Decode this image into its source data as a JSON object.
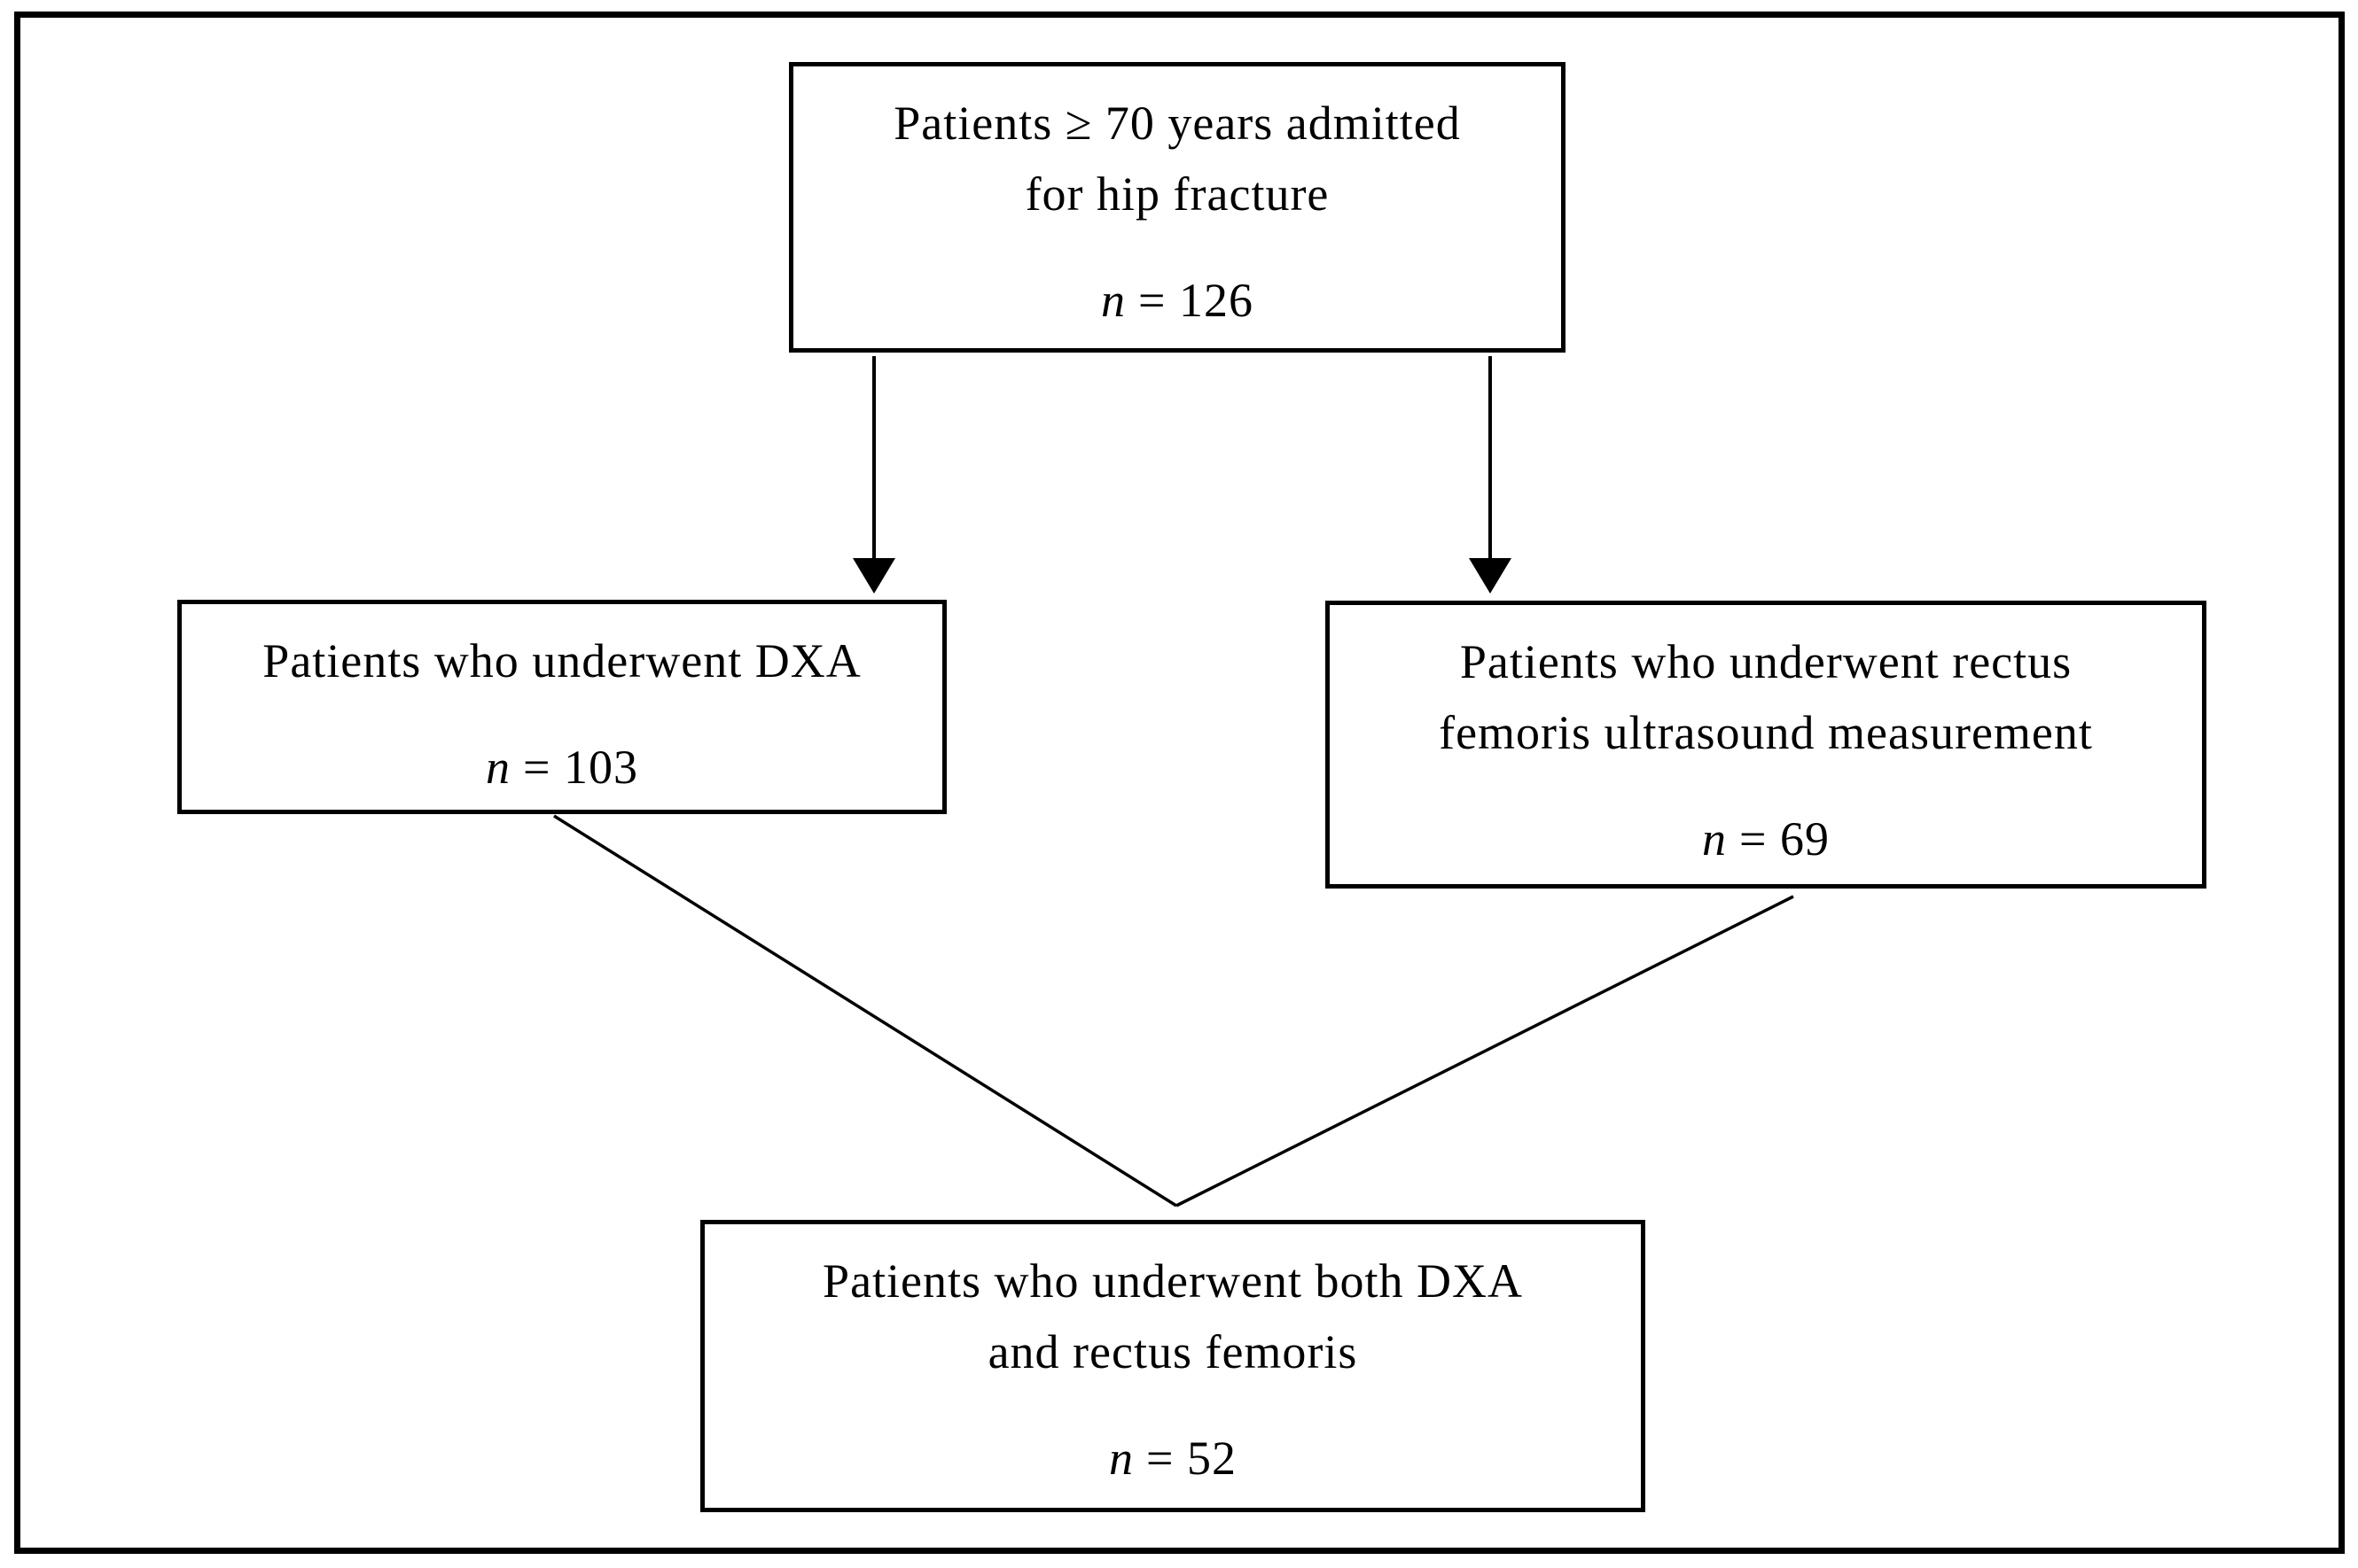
{
  "figure": {
    "ink": "#000000",
    "paper": "#ffffff",
    "nodes": {
      "admitted": {
        "lines": [
          "Patients ≥ 70 years admitted",
          "for hip fracture"
        ],
        "n_prefix": "n",
        "n_value": "= 126"
      },
      "dxa": {
        "lines": [
          "Patients who underwent DXA"
        ],
        "n_prefix": "n",
        "n_value": "= 103"
      },
      "ultrasound": {
        "lines": [
          "Patients who underwent rectus",
          "femoris ultrasound measurement"
        ],
        "n_prefix": "n",
        "n_value": "= 69"
      },
      "both": {
        "lines": [
          "Patients who underwent both DXA",
          "and rectus femoris"
        ],
        "n_prefix": "n",
        "n_value": "= 52"
      }
    }
  }
}
